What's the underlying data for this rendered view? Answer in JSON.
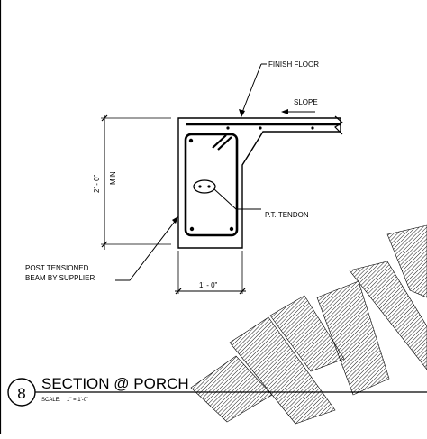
{
  "labels": {
    "finish_floor": "FINISH FLOOR",
    "slope": "SLOPE",
    "height_dim": "2' - 0\"",
    "height_min": "MIN",
    "tendon": "P.T. TENDON",
    "beam_line1": "POST TENSIONED",
    "beam_line2": "BEAM BY SUPPLIER",
    "width_dim": "1' - 0\""
  },
  "title_block": {
    "detail_number": "8",
    "title": "SECTION @ PORCH",
    "scale_label": "SCALE:",
    "scale_value": "1\" = 1'-0\""
  },
  "colors": {
    "ink": "#000000",
    "paper": "#ffffff"
  }
}
